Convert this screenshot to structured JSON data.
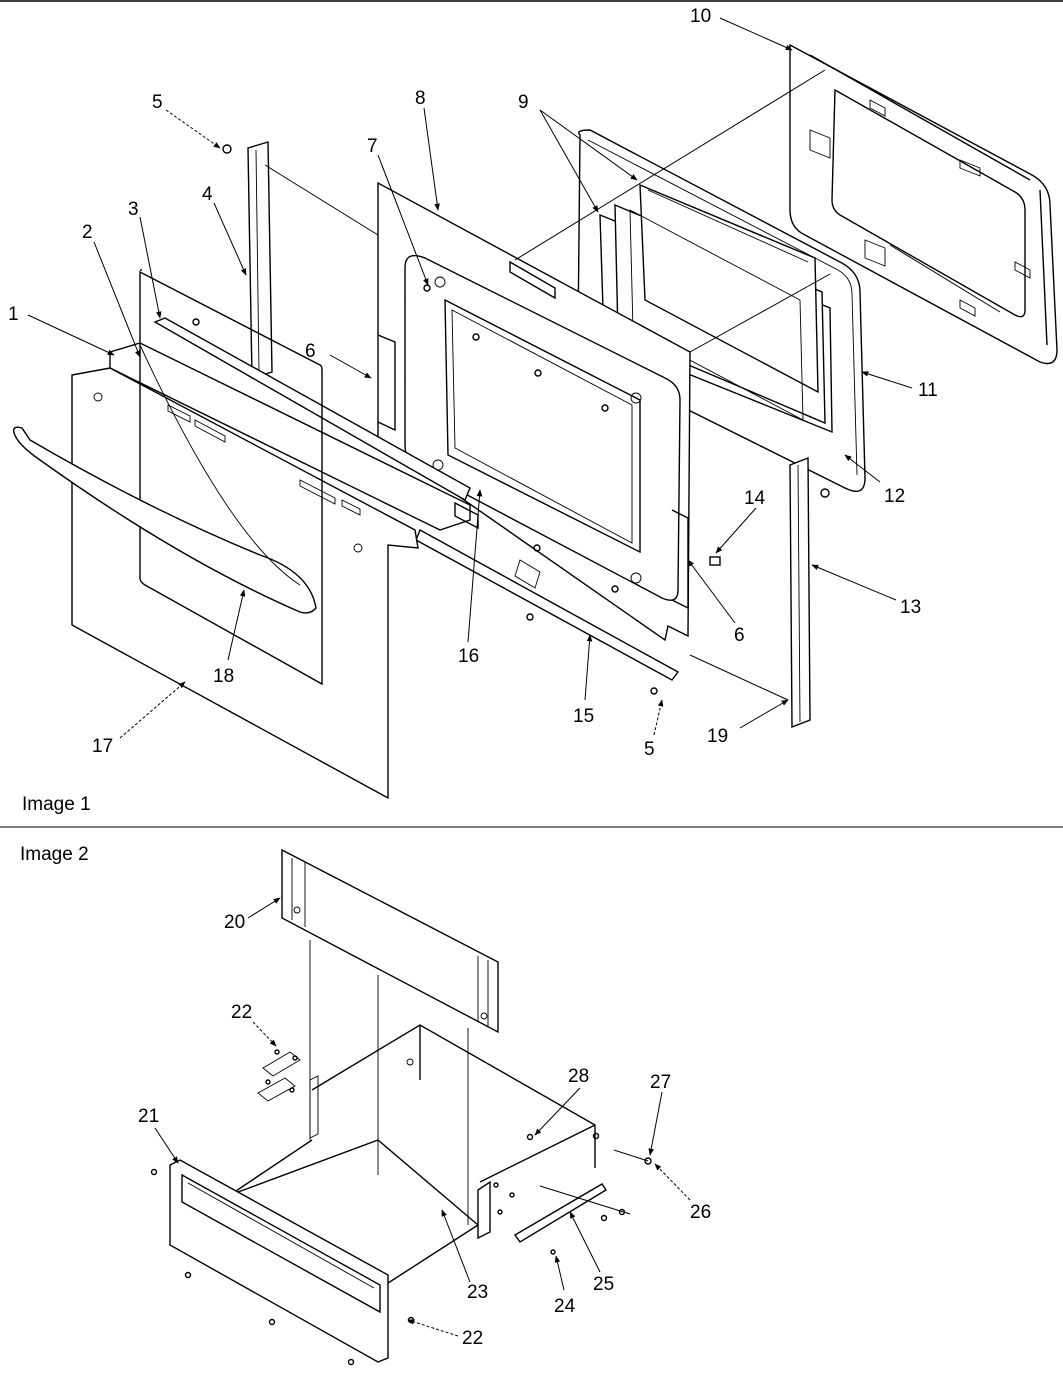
{
  "sections": [
    {
      "caption": "Image 1",
      "parts": [
        "1",
        "2",
        "3",
        "4",
        "5",
        "6",
        "7",
        "8",
        "9",
        "10",
        "11",
        "12",
        "13",
        "6",
        "14",
        "16",
        "15",
        "5",
        "19",
        "17",
        "18"
      ]
    },
    {
      "caption": "Image 2",
      "parts": [
        "20",
        "22",
        "21",
        "28",
        "27",
        "26",
        "23",
        "25",
        "24",
        "22"
      ]
    }
  ]
}
